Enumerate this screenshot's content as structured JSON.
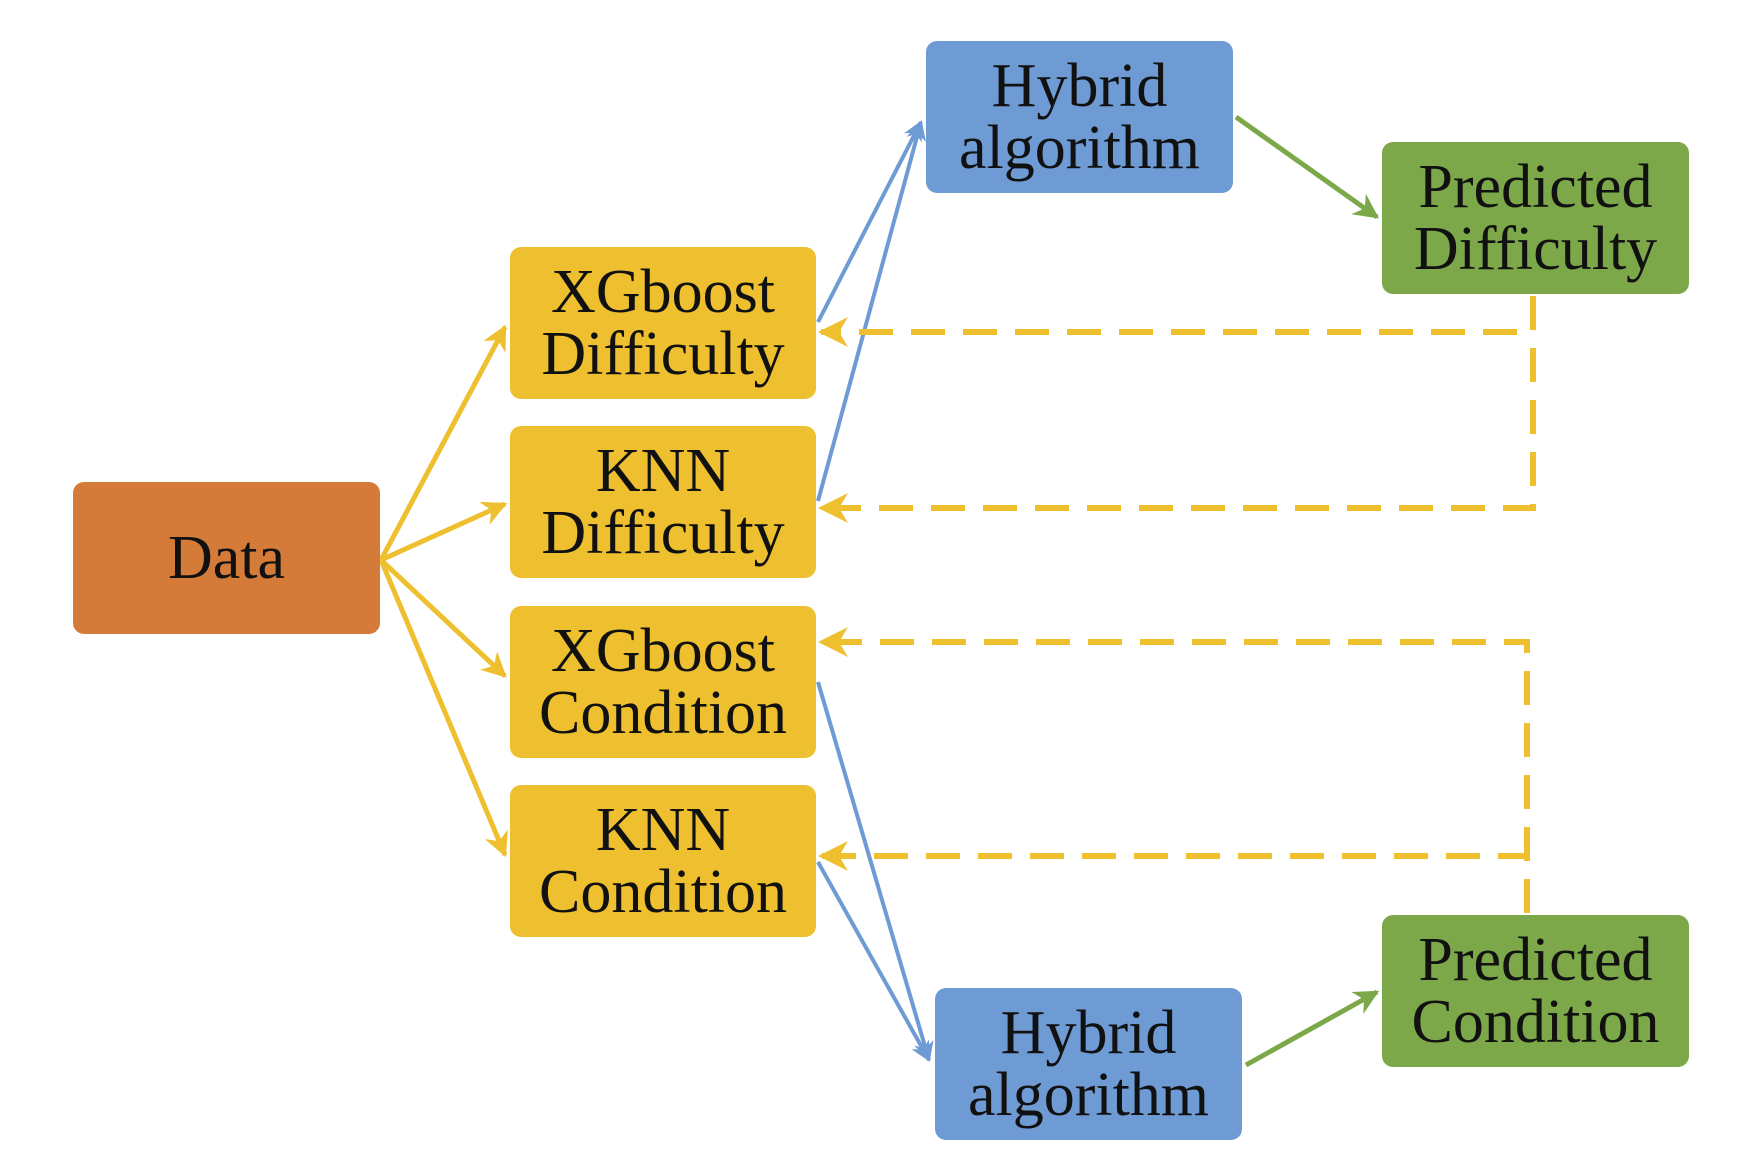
{
  "colors": {
    "data": "#d57b3a",
    "model": "#eec02f",
    "hybrid": "#6f9bd5",
    "predicted": "#7ca84a",
    "arrow_data": "#eec02f",
    "arrow_hybrid": "#6f9bd5",
    "arrow_predicted": "#7ca84a",
    "feedback": "#eec02f"
  },
  "nodes": {
    "data": {
      "line1": "Data"
    },
    "xgboost_difficulty": {
      "line1": "XGboost",
      "line2": "Difficulty"
    },
    "knn_difficulty": {
      "line1": "KNN",
      "line2": "Difficulty"
    },
    "xgboost_condition": {
      "line1": "XGboost",
      "line2": "Condition"
    },
    "knn_condition": {
      "line1": "KNN",
      "line2": "Condition"
    },
    "hybrid_top": {
      "line1": "Hybrid",
      "line2": "algorithm"
    },
    "hybrid_bottom": {
      "line1": "Hybrid",
      "line2": "algorithm"
    },
    "predicted_difficulty": {
      "line1": "Predicted",
      "line2": "Difficulty"
    },
    "predicted_condition": {
      "line1": "Predicted",
      "line2": "Condition"
    }
  }
}
